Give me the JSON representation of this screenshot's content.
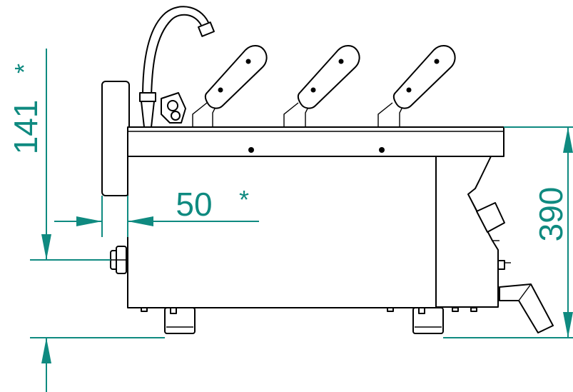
{
  "drawing": {
    "dimension_color": "#0f8a80",
    "line_color": "#000000",
    "dimensions": {
      "height_total": {
        "value": "390"
      },
      "height_outlet": {
        "value": "141",
        "mark": "*"
      },
      "depth_offset": {
        "value": "50",
        "mark": "*"
      }
    }
  }
}
